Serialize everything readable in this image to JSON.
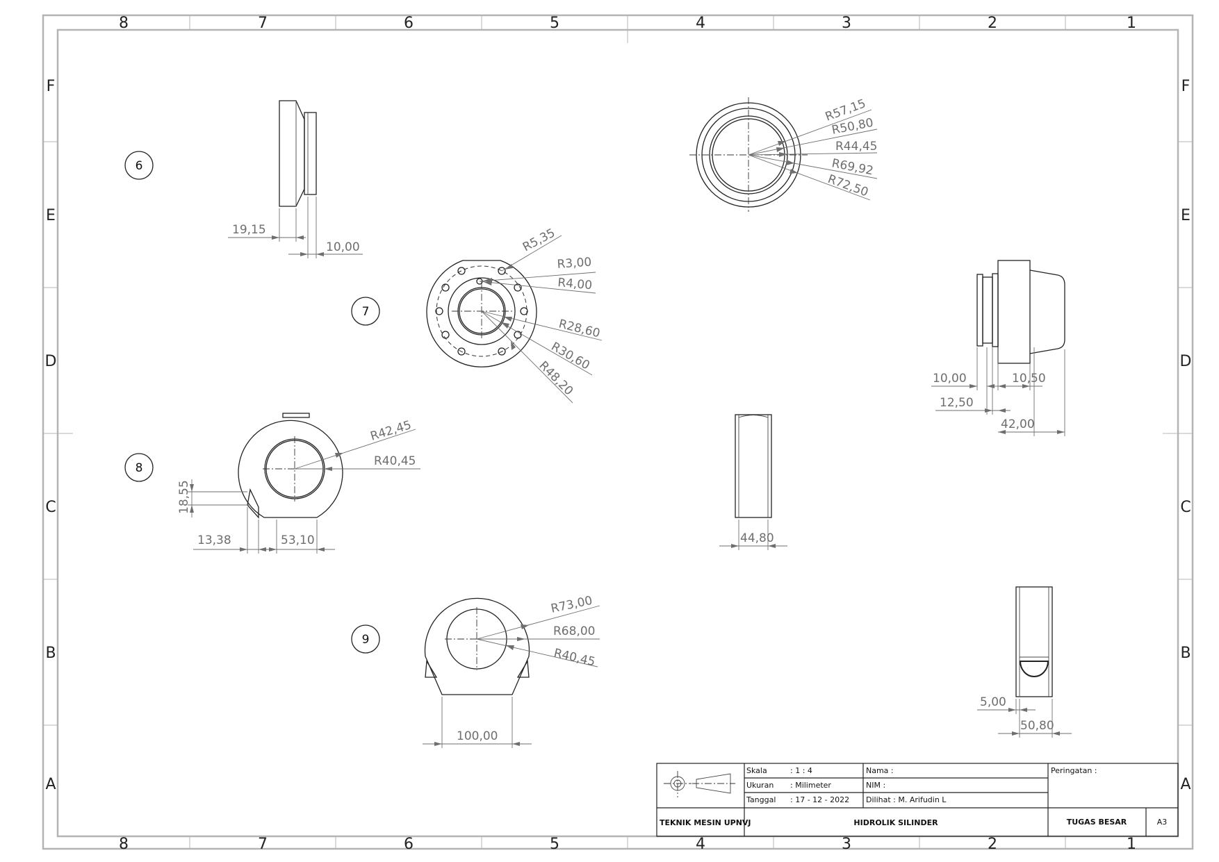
{
  "sheet": {
    "zones_columns": [
      "8",
      "7",
      "6",
      "5",
      "4",
      "3",
      "2",
      "1"
    ],
    "zones_rows": [
      "F",
      "E",
      "D",
      "C",
      "B",
      "A"
    ]
  },
  "views": {
    "view6": {
      "bubble": "6",
      "dims": [
        "19,15",
        "10,00"
      ]
    },
    "view7": {
      "bubble": "7",
      "dims": [
        "R5,35",
        "R3,00",
        "R4,00",
        "R28,60",
        "R30,60",
        "R48,20"
      ]
    },
    "view8": {
      "bubble": "8",
      "dims": [
        "R42,45",
        "R40,45",
        "18,55",
        "13,38",
        "53,10"
      ]
    },
    "view9": {
      "bubble": "9",
      "dims": [
        "R73,00",
        "R68,00",
        "R40,45",
        "100,00"
      ]
    },
    "top_right": {
      "dims": [
        "R57,15",
        "R50,80",
        "R44,45",
        "R69,92",
        "R72,50"
      ]
    },
    "side_right": {
      "dims": [
        "10,00",
        "10,50",
        "12,50",
        "42,00"
      ]
    },
    "middle": {
      "dims": [
        "44,80"
      ]
    },
    "bottom_right": {
      "dims": [
        "5,00",
        "50,80"
      ]
    }
  },
  "title_block": {
    "skala_label": "Skala",
    "skala_value": ": 1 : 4",
    "ukuran_label": "Ukuran",
    "ukuran_value": ": Milimeter",
    "tanggal_label": "Tanggal",
    "tanggal_value": ": 17 - 12 - 2022",
    "nama": "Nama :",
    "nim": "NIM      :",
    "dilihat": "Dilihat :  M. Arifudin L",
    "peringatan": "Peringatan  :",
    "institution": "TEKNIK MESIN UPNVJ",
    "title": "HIDROLIK SILINDER",
    "project": "TUGAS BESAR",
    "size": "A3"
  }
}
